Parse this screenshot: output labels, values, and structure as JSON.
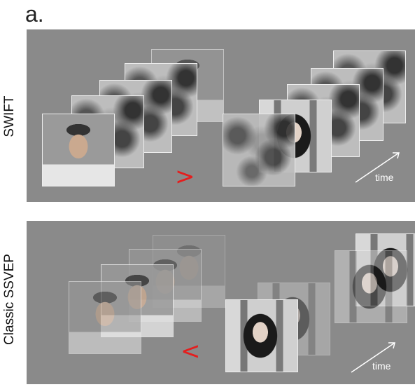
{
  "figure_label": "a.",
  "panels": [
    {
      "side_label": "SWIFT",
      "comparator": ">",
      "time_label": "time"
    },
    {
      "side_label": "Classic SSVEP",
      "comparator": "<",
      "time_label": "time"
    }
  ],
  "colors": {
    "panel_bg": "#8a8a8a",
    "comparator": "#e41e1e",
    "axis": "#ffffff"
  }
}
